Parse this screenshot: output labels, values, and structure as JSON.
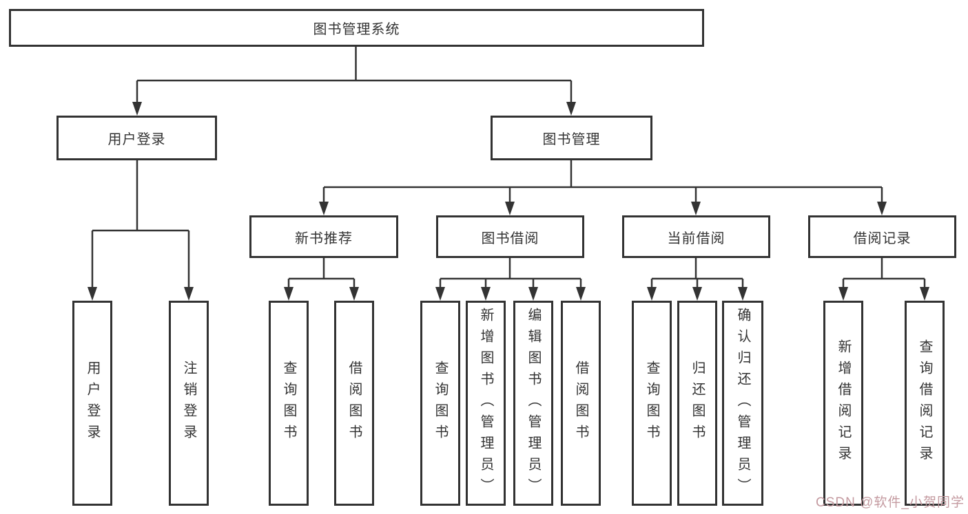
{
  "tree": {
    "root": {
      "label": "图书管理系统"
    },
    "branches": [
      {
        "label": "用户登录",
        "leaves": [
          {
            "label": "用户登录"
          },
          {
            "label": "注销登录"
          }
        ]
      },
      {
        "label": "图书管理",
        "groups": [
          {
            "label": "新书推荐",
            "leaves": [
              {
                "label": "查询图书"
              },
              {
                "label": "借阅图书"
              }
            ]
          },
          {
            "label": "图书借阅",
            "leaves": [
              {
                "label": "查询图书"
              },
              {
                "label": "新增图书（管理员）"
              },
              {
                "label": "编辑图书（管理员）"
              },
              {
                "label": "借阅图书"
              }
            ]
          },
          {
            "label": "当前借阅",
            "leaves": [
              {
                "label": "查询图书"
              },
              {
                "label": "归还图书"
              },
              {
                "label": "确认归还（管理员）"
              }
            ]
          },
          {
            "label": "借阅记录",
            "leaves": [
              {
                "label": "新增借阅记录"
              },
              {
                "label": "查询借阅记录"
              }
            ]
          }
        ]
      }
    ]
  },
  "watermark": {
    "text": "CSDN @软件_小贺同学",
    "color": "#c49aa0"
  },
  "colors": {
    "line": "#333333",
    "border": "#323232",
    "text": "#333333",
    "background": "#ffffff"
  }
}
